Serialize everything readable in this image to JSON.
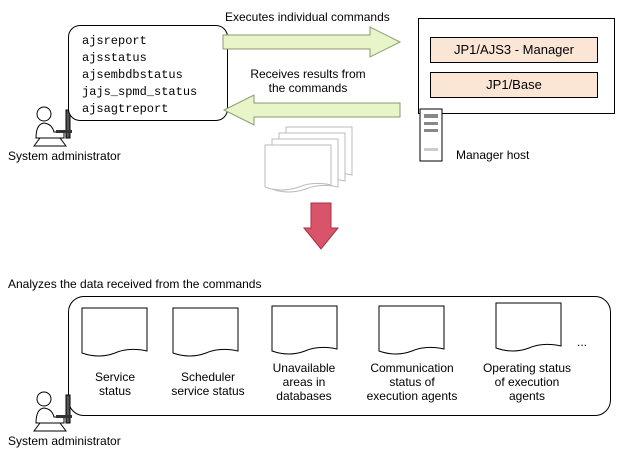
{
  "top": {
    "commands": [
      "ajsreport",
      "ajsstatus",
      "ajsembdbstatus",
      "jajs_spmd_status",
      "ajsagtreport"
    ],
    "arrow_send_label": "Executes individual commands",
    "arrow_receive_label_line1": "Receives results from",
    "arrow_receive_label_line2": "the commands",
    "admin_label": "System administrator",
    "host_products": [
      "JP1/AJS3 - Manager",
      "JP1/Base"
    ],
    "host_label": "Manager host"
  },
  "bottom": {
    "heading": "Analyzes the data received from the commands",
    "documents": [
      [
        "Service",
        "status"
      ],
      [
        "Scheduler",
        "service status"
      ],
      [
        "Unavailable",
        "areas in",
        "databases"
      ],
      [
        "Communication",
        "status of",
        "execution agents"
      ],
      [
        "Operating status",
        "of execution",
        "agents"
      ]
    ],
    "ellipsis": "...",
    "admin_label": "System administrator"
  },
  "colors": {
    "arrow_green": "#e8f5c8",
    "down_arrow": "#d9536a",
    "product_fill": "#fbe6d6"
  }
}
